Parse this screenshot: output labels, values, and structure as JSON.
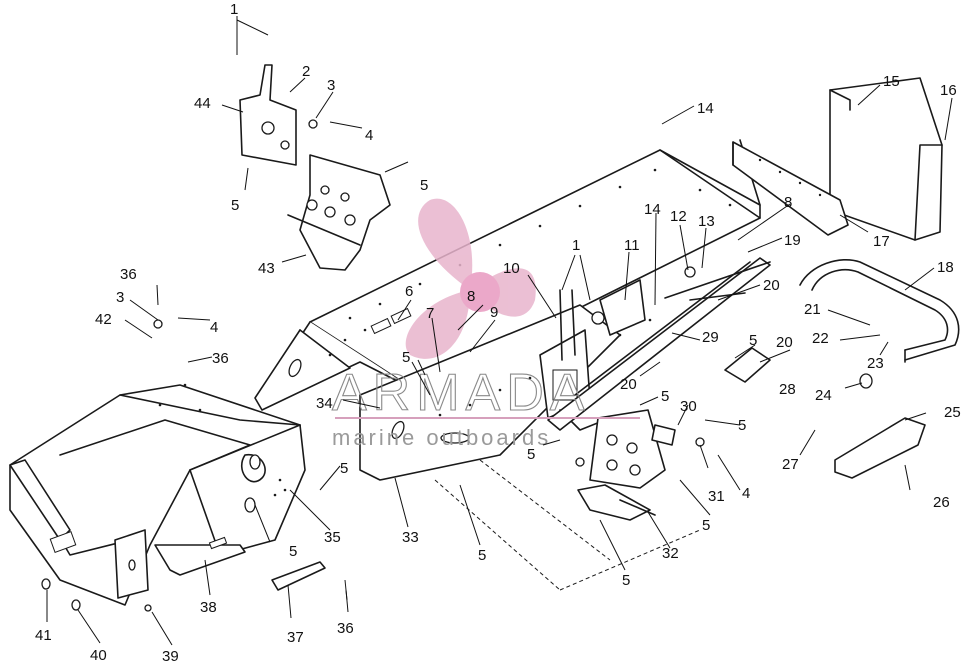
{
  "watermark": {
    "brand": "ARMADA",
    "tagline": "marine outboards",
    "logo_color": "#e8b4cc",
    "logo_center_color": "#e89ac0"
  },
  "callouts": [
    {
      "id": "c1a",
      "label": "1"
    },
    {
      "id": "c2",
      "label": "2"
    },
    {
      "id": "c3a",
      "label": "3"
    },
    {
      "id": "c4a",
      "label": "4"
    },
    {
      "id": "c44",
      "label": "44"
    },
    {
      "id": "c5a",
      "label": "5"
    },
    {
      "id": "c5b",
      "label": "5"
    },
    {
      "id": "c43",
      "label": "43"
    },
    {
      "id": "c14a",
      "label": "14"
    },
    {
      "id": "c15",
      "label": "15"
    },
    {
      "id": "c16",
      "label": "16"
    },
    {
      "id": "c17",
      "label": "17"
    },
    {
      "id": "c8a",
      "label": "8"
    },
    {
      "id": "c19",
      "label": "19"
    },
    {
      "id": "c18",
      "label": "18"
    },
    {
      "id": "c14b",
      "label": "14"
    },
    {
      "id": "c12",
      "label": "12"
    },
    {
      "id": "c13",
      "label": "13"
    },
    {
      "id": "c1b",
      "label": "1"
    },
    {
      "id": "c11",
      "label": "11"
    },
    {
      "id": "c10",
      "label": "10"
    },
    {
      "id": "c20a",
      "label": "20"
    },
    {
      "id": "c21",
      "label": "21"
    },
    {
      "id": "c22",
      "label": "22"
    },
    {
      "id": "c23",
      "label": "23"
    },
    {
      "id": "c24",
      "label": "24"
    },
    {
      "id": "c6",
      "label": "6"
    },
    {
      "id": "c8b",
      "label": "8"
    },
    {
      "id": "c9",
      "label": "9"
    },
    {
      "id": "c7",
      "label": "7"
    },
    {
      "id": "c5c",
      "label": "5"
    },
    {
      "id": "c29",
      "label": "29"
    },
    {
      "id": "c5d",
      "label": "5"
    },
    {
      "id": "c20b",
      "label": "20"
    },
    {
      "id": "c28",
      "label": "28"
    },
    {
      "id": "c20c",
      "label": "20"
    },
    {
      "id": "c25",
      "label": "25"
    },
    {
      "id": "c36a",
      "label": "36"
    },
    {
      "id": "c3b",
      "label": "3"
    },
    {
      "id": "c42",
      "label": "42"
    },
    {
      "id": "c4b",
      "label": "4"
    },
    {
      "id": "c36b",
      "label": "36"
    },
    {
      "id": "c34",
      "label": "34"
    },
    {
      "id": "c5e",
      "label": "5"
    },
    {
      "id": "c30",
      "label": "30"
    },
    {
      "id": "c5f",
      "label": "5"
    },
    {
      "id": "c5g",
      "label": "5"
    },
    {
      "id": "c31",
      "label": "31"
    },
    {
      "id": "c4c",
      "label": "4"
    },
    {
      "id": "c27",
      "label": "27"
    },
    {
      "id": "c26",
      "label": "26"
    },
    {
      "id": "c5h",
      "label": "5"
    },
    {
      "id": "c35",
      "label": "35"
    },
    {
      "id": "c33",
      "label": "33"
    },
    {
      "id": "c5i",
      "label": "5"
    },
    {
      "id": "c32",
      "label": "32"
    },
    {
      "id": "c5j",
      "label": "5"
    },
    {
      "id": "c5k",
      "label": "5"
    },
    {
      "id": "c5l",
      "label": "5"
    },
    {
      "id": "c38",
      "label": "38"
    },
    {
      "id": "c41",
      "label": "41"
    },
    {
      "id": "c40",
      "label": "40"
    },
    {
      "id": "c39",
      "label": "39"
    },
    {
      "id": "c37",
      "label": "37"
    },
    {
      "id": "c36c",
      "label": "36"
    }
  ]
}
